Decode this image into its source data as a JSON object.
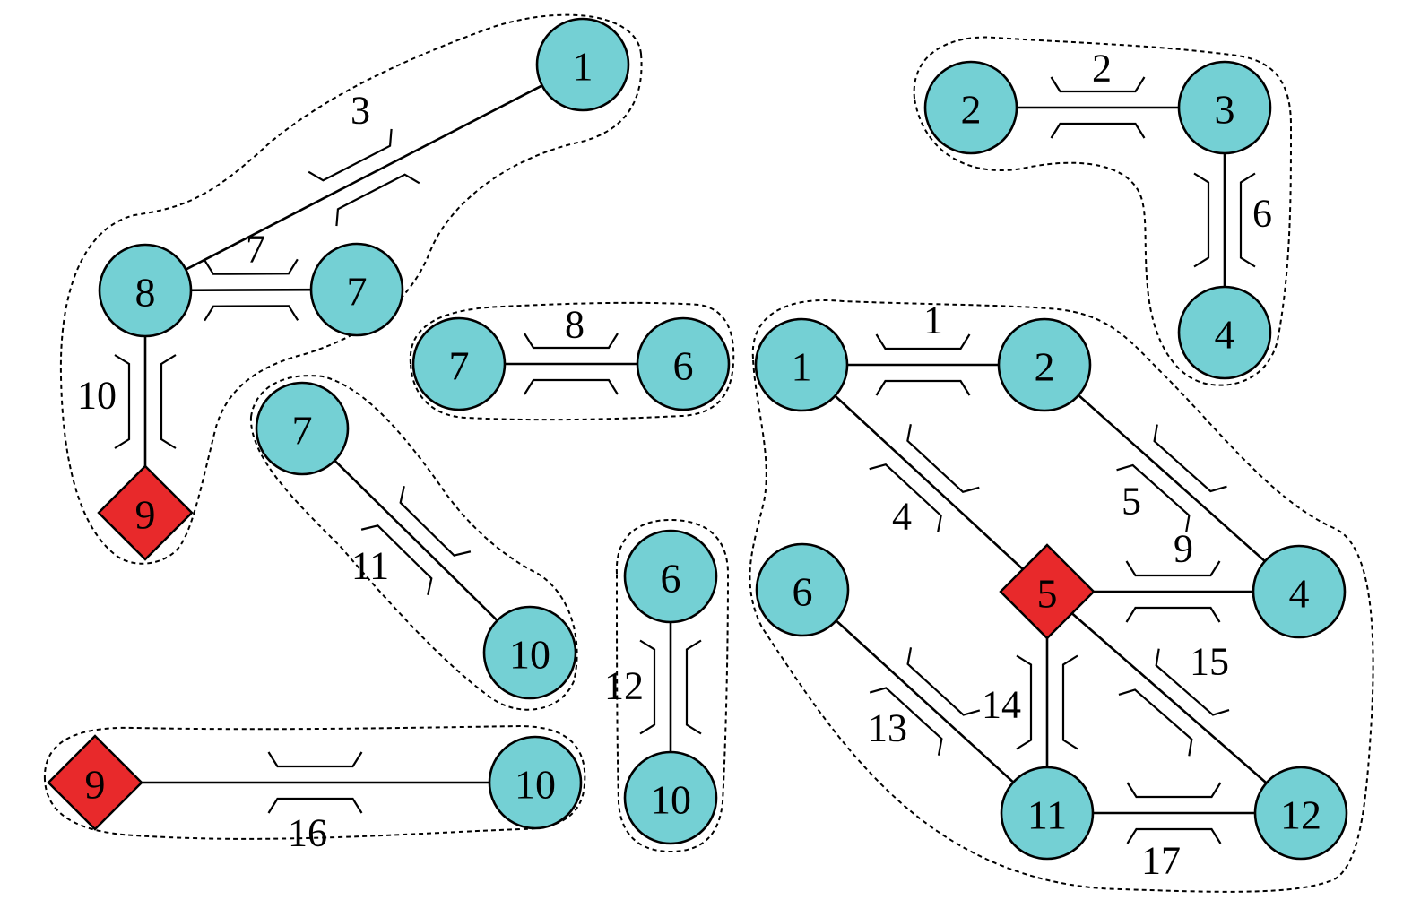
{
  "colors": {
    "node_fill": "#74d0d4",
    "source_fill": "#e8292b",
    "stroke": "#000000"
  },
  "node_shapes": {
    "circle": "circle",
    "diamond": "diamond"
  },
  "clusters": [
    {
      "id": "cluster-a",
      "nodes": [
        {
          "key": "a1",
          "label": "1",
          "shape": "circle"
        },
        {
          "key": "a8",
          "label": "8",
          "shape": "circle"
        },
        {
          "key": "a7",
          "label": "7",
          "shape": "circle"
        },
        {
          "key": "a9",
          "label": "9",
          "shape": "diamond"
        }
      ],
      "edges": [
        {
          "from": "a1",
          "to": "a8",
          "label": "3"
        },
        {
          "from": "a8",
          "to": "a7",
          "label": "7"
        },
        {
          "from": "a8",
          "to": "a9",
          "label": "10"
        }
      ]
    },
    {
      "id": "cluster-b",
      "nodes": [
        {
          "key": "b2",
          "label": "2",
          "shape": "circle"
        },
        {
          "key": "b3",
          "label": "3",
          "shape": "circle"
        },
        {
          "key": "b4",
          "label": "4",
          "shape": "circle"
        }
      ],
      "edges": [
        {
          "from": "b2",
          "to": "b3",
          "label": "2"
        },
        {
          "from": "b3",
          "to": "b4",
          "label": "6"
        }
      ]
    },
    {
      "id": "cluster-c",
      "nodes": [
        {
          "key": "c7",
          "label": "7",
          "shape": "circle"
        },
        {
          "key": "c6",
          "label": "6",
          "shape": "circle"
        }
      ],
      "edges": [
        {
          "from": "c7",
          "to": "c6",
          "label": "8"
        }
      ]
    },
    {
      "id": "cluster-d",
      "nodes": [
        {
          "key": "d7",
          "label": "7",
          "shape": "circle"
        },
        {
          "key": "d10",
          "label": "10",
          "shape": "circle"
        }
      ],
      "edges": [
        {
          "from": "d7",
          "to": "d10",
          "label": "11"
        }
      ]
    },
    {
      "id": "cluster-e",
      "nodes": [
        {
          "key": "e6",
          "label": "6",
          "shape": "circle"
        },
        {
          "key": "e10",
          "label": "10",
          "shape": "circle"
        }
      ],
      "edges": [
        {
          "from": "e6",
          "to": "e10",
          "label": "12"
        }
      ]
    },
    {
      "id": "cluster-f",
      "nodes": [
        {
          "key": "f9",
          "label": "9",
          "shape": "diamond"
        },
        {
          "key": "f10",
          "label": "10",
          "shape": "circle"
        }
      ],
      "edges": [
        {
          "from": "f9",
          "to": "f10",
          "label": "16"
        }
      ]
    },
    {
      "id": "cluster-g",
      "nodes": [
        {
          "key": "g1",
          "label": "1",
          "shape": "circle"
        },
        {
          "key": "g2",
          "label": "2",
          "shape": "circle"
        },
        {
          "key": "g5",
          "label": "5",
          "shape": "diamond"
        },
        {
          "key": "g4",
          "label": "4",
          "shape": "circle"
        },
        {
          "key": "g6",
          "label": "6",
          "shape": "circle"
        },
        {
          "key": "g11",
          "label": "11",
          "shape": "circle"
        },
        {
          "key": "g12",
          "label": "12",
          "shape": "circle"
        }
      ],
      "edges": [
        {
          "from": "g1",
          "to": "g2",
          "label": "1"
        },
        {
          "from": "g1",
          "to": "g5",
          "label": "4"
        },
        {
          "from": "g2",
          "to": "g4",
          "label": "5"
        },
        {
          "from": "g5",
          "to": "g4",
          "label": "9"
        },
        {
          "from": "g5",
          "to": "g11",
          "label": "14"
        },
        {
          "from": "g5",
          "to": "g12",
          "label": "15"
        },
        {
          "from": "g6",
          "to": "g11",
          "label": "13"
        },
        {
          "from": "g11",
          "to": "g12",
          "label": "17"
        }
      ]
    }
  ]
}
